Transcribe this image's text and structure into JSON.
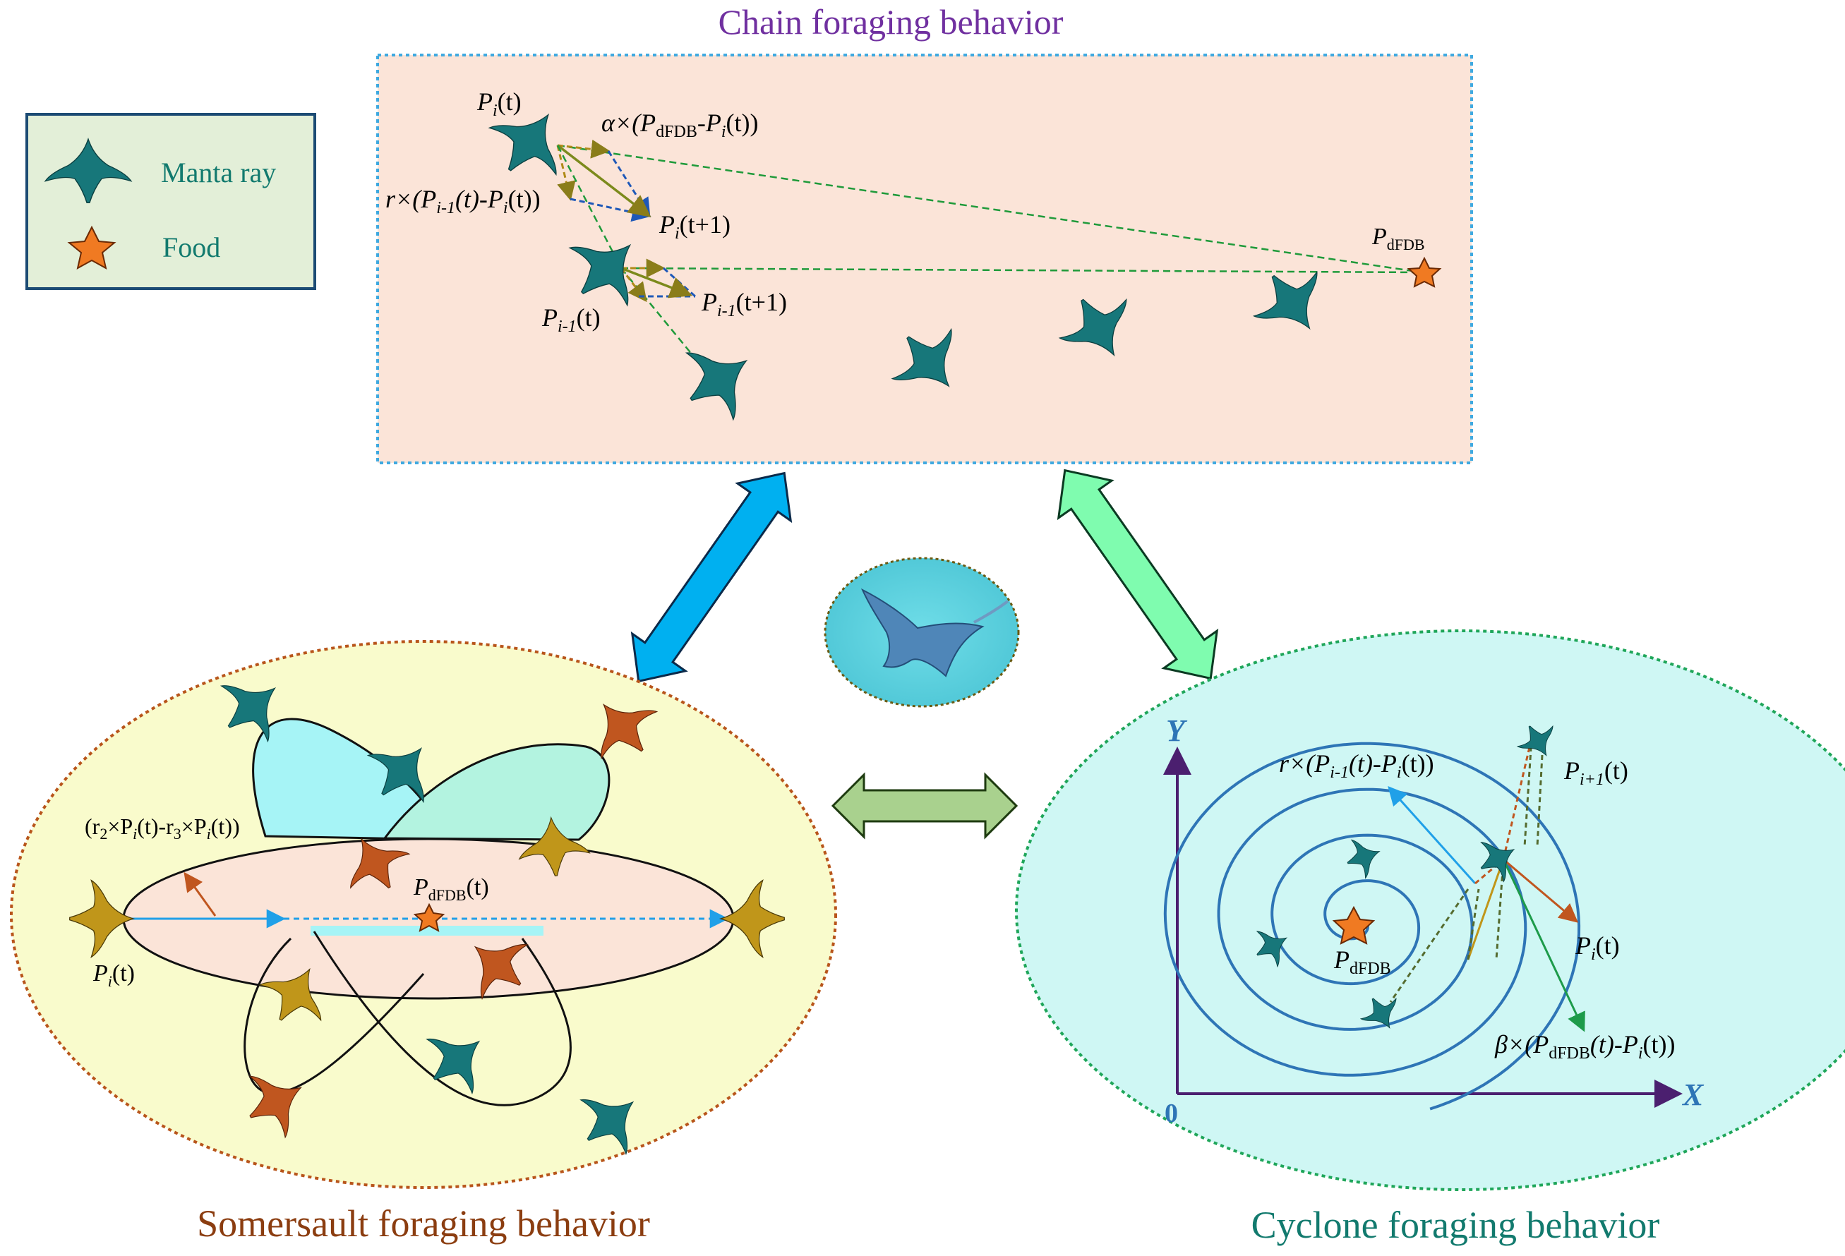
{
  "titles": {
    "chain": "Chain foraging behavior",
    "somersault": "Somersault  foraging behavior",
    "cyclone": "Cyclone foraging behavior"
  },
  "legend": {
    "manta": "Manta ray",
    "food": "Food"
  },
  "chain": {
    "pi": [
      "P",
      "i",
      "(t)"
    ],
    "alpha_expr": [
      "α×(P",
      "dFDB",
      "-P",
      "i",
      "(t))"
    ],
    "r_expr": [
      "r×(P",
      "i-1",
      "(t)-P",
      "i",
      "(t))"
    ],
    "pi_next": [
      "P",
      "i",
      "(t+1)"
    ],
    "pdfdb": [
      "P",
      "dFDB"
    ],
    "pim1": [
      "P",
      "i-1",
      "(t)"
    ],
    "pim1_next": [
      "P",
      "i-1",
      "(t+1)"
    ]
  },
  "somersault": {
    "expr": [
      "(r",
      "2",
      "×P",
      "i",
      "(t)-r",
      "3",
      "×P",
      "i",
      "(t))"
    ],
    "pdfdb": [
      "P",
      "dFDB",
      "(t)"
    ],
    "pi": [
      "P",
      "i",
      "(t)"
    ]
  },
  "cyclone": {
    "axis_y": "Y",
    "axis_x": "X",
    "origin": "0",
    "r_expr": [
      "r×(P",
      "i-1",
      "(t)-P",
      "i",
      "(t))"
    ],
    "pip1": [
      "P",
      "i+1",
      "(t)"
    ],
    "pi": [
      "P",
      "i",
      "(t)"
    ],
    "pdfdb": [
      "P",
      "dFDB"
    ],
    "beta_expr": [
      "β×(P",
      "dFDB",
      "(t)-P",
      "i",
      "(t))"
    ]
  },
  "colors": {
    "teal_ray": "#17777a",
    "gold_ray": "#c0961a",
    "rust_ray": "#c0561f",
    "star": "#f07a22",
    "chain_bg": "#fbe4d8",
    "chain_border": "#3fa9e0",
    "somersault_bg": "#f9fbcc",
    "somersault_border": "#b8551b",
    "cyclone_bg": "#cff7f4",
    "cyclone_border": "#1fa65a",
    "legend_bg": "#e3efd8",
    "legend_border": "#1c4b74",
    "title_chain": "#7030a0",
    "title_somersault": "#8b3d10",
    "title_cyclone": "#127a6e",
    "arrow_blue": "#00b0f0",
    "arrow_green": "#7ffcaf",
    "arrow_olive": "#a9d18e",
    "spiral": "#2e75b6",
    "axis": "#4b1f6f",
    "axis_label": "#2e75b6"
  }
}
